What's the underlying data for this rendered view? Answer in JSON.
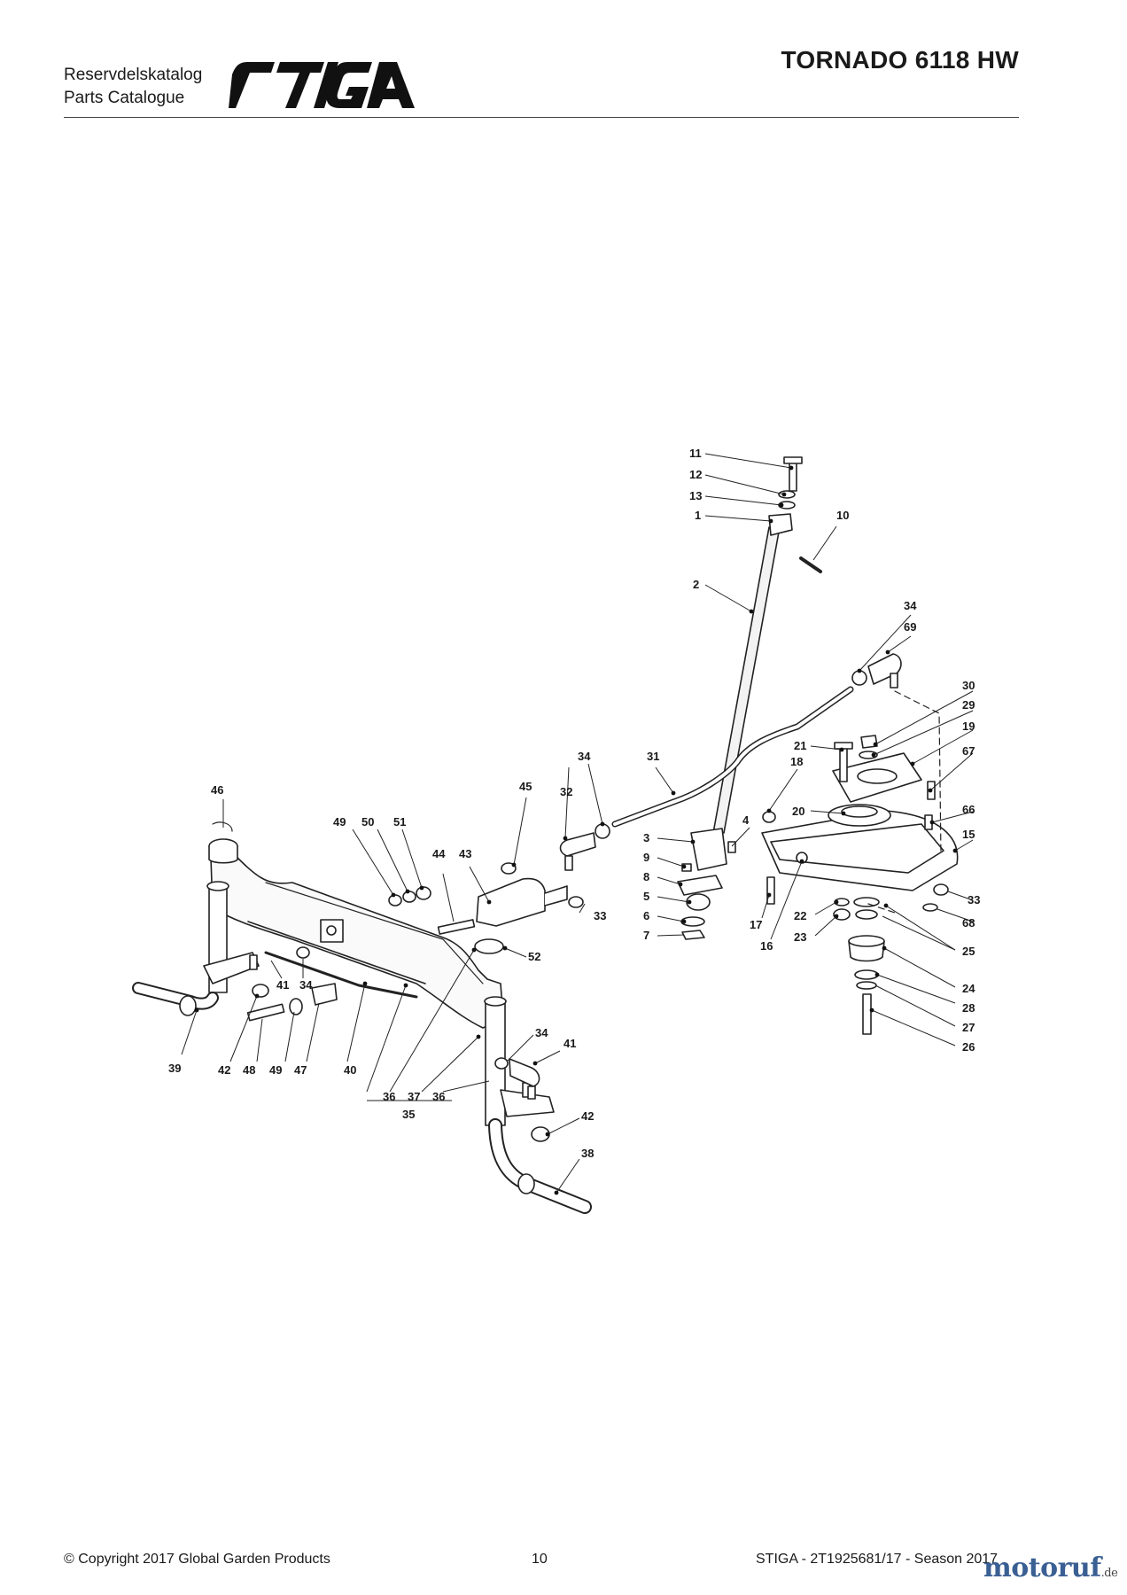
{
  "header": {
    "catalog_label_se": "Reservdelskatalog",
    "catalog_label_en": "Parts Catalogue",
    "brand": "STIGA",
    "model": "TORNADO 6118 HW"
  },
  "diagram": {
    "part_numbers": [
      "1",
      "2",
      "3",
      "4",
      "5",
      "6",
      "7",
      "8",
      "9",
      "10",
      "11",
      "12",
      "13",
      "15",
      "16",
      "17",
      "18",
      "19",
      "20",
      "21",
      "22",
      "23",
      "24",
      "25",
      "26",
      "27",
      "28",
      "29",
      "30",
      "31",
      "32",
      "33",
      "34",
      "35",
      "36",
      "37",
      "38",
      "39",
      "40",
      "41",
      "42",
      "43",
      "44",
      "45",
      "46",
      "47",
      "48",
      "49",
      "50",
      "51",
      "52",
      "66",
      "67",
      "68",
      "69"
    ]
  },
  "footer": {
    "copyright": "© Copyright 2017 Global Garden Products",
    "page_number": "10",
    "doc_ref": "STIGA - 2T1925681/17 - Season 2017",
    "watermark": "motoruf",
    "watermark_tld": ".de"
  }
}
